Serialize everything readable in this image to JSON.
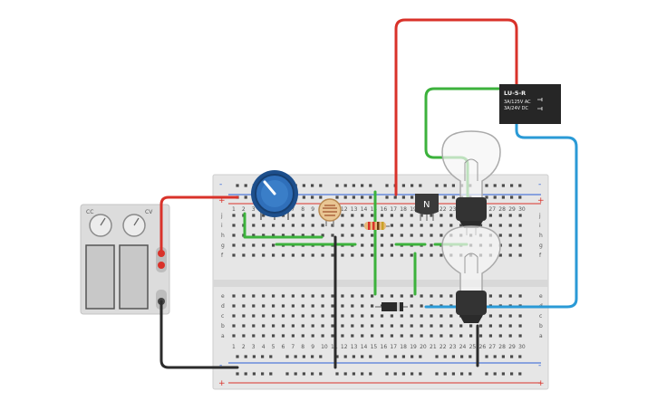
{
  "breadboard": {
    "column_numbers": [
      "1",
      "2",
      "3",
      "4",
      "5",
      "6",
      "7",
      "8",
      "9",
      "10",
      "11",
      "12",
      "13",
      "14",
      "15",
      "16",
      "17",
      "18",
      "19",
      "20",
      "21",
      "22",
      "23",
      "24",
      "25",
      "26",
      "27",
      "28",
      "29",
      "30"
    ],
    "row_letters_top": [
      "j",
      "i",
      "h",
      "g",
      "f"
    ],
    "row_letters_bottom": [
      "e",
      "d",
      "c",
      "b",
      "a"
    ],
    "rail_plus": "+",
    "rail_minus": "-"
  },
  "power_supply": {
    "knob_labels": [
      "CC",
      "CV"
    ]
  },
  "transistor": {
    "label": "N"
  },
  "relay": {
    "model": "LU-5-R",
    "rating_ac": "3A/125V AC",
    "rating_dc": "3A/24V DC"
  },
  "colors": {
    "wire_red": "#d9322a",
    "wire_green": "#3cb23c",
    "wire_blue": "#2a9ad6",
    "wire_black": "#2b2b2b",
    "breadboard": "#e6e6e6",
    "rail_red": "#d9322a",
    "rail_blue": "#2a5fd6",
    "pot_blue": "#1f5fa8",
    "relay_body": "#262626"
  },
  "icons": {
    "potentiometer": "potentiometer-icon",
    "photoresistor": "photoresistor-icon",
    "resistor": "resistor-icon",
    "diode": "diode-icon",
    "lamp": "lightbulb-icon"
  }
}
